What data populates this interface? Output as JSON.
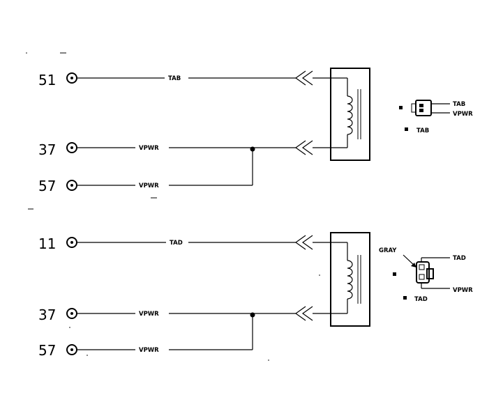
{
  "colors": {
    "ink": "#000000",
    "background": "#ffffff"
  },
  "circuit_tab": {
    "pins": {
      "p1": "51",
      "p2": "37",
      "p3": "57"
    },
    "wires": {
      "w1": "TAB",
      "w2": "VPWR",
      "w3": "VPWR"
    },
    "connector": {
      "label_top": "TAB",
      "label_bottom": "VPWR",
      "caption": "TAB"
    }
  },
  "circuit_tad": {
    "pins": {
      "p1": "11",
      "p2": "37",
      "p3": "57"
    },
    "wires": {
      "w1": "TAD",
      "w2": "VPWR",
      "w3": "VPWR"
    },
    "connector": {
      "color_note": "GRAY",
      "label_top": "TAD",
      "label_bottom": "VPWR",
      "caption": "TAD"
    }
  }
}
